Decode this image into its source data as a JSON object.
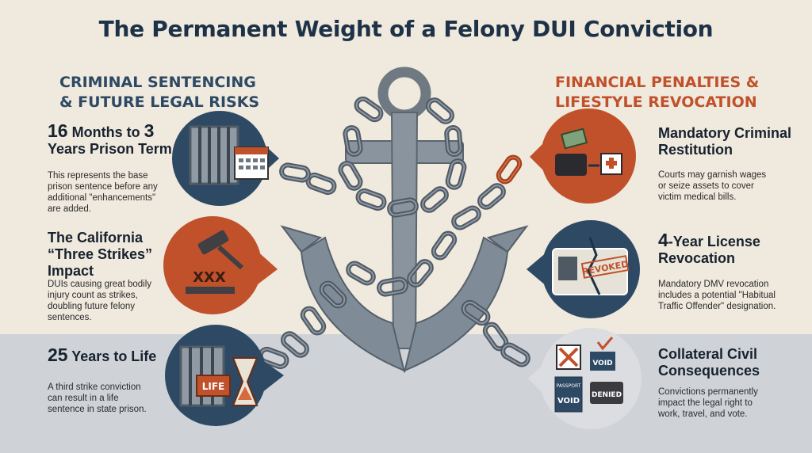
{
  "title": "The Permanent Weight of a Felony DUI Conviction",
  "left_section": {
    "heading_line1": "CRIMINAL SENTENCING",
    "heading_line2": "& FUTURE LEGAL RISKS",
    "items": [
      {
        "heading_a": "16",
        "heading_b": " Months to ",
        "heading_c": "3",
        "heading_line2": "Years Prison Term",
        "desc_lines": [
          "This represents the base",
          "prison sentence before any",
          "additional \"enhancements\"",
          "are added."
        ]
      },
      {
        "heading_line1": "The California",
        "heading_line2": "“Three Strikes”",
        "heading_line3": "Impact",
        "desc_lines": [
          "DUIs causing great bodily",
          "injury count as strikes,",
          "doubling future felony",
          "sentences."
        ]
      },
      {
        "heading_a": "25",
        "heading_b": " Years to Life",
        "desc_lines": [
          "A third strike conviction",
          "can result in a life",
          "sentence in state prison."
        ]
      }
    ]
  },
  "right_section": {
    "heading_line1": "FINANCIAL PENALTIES &",
    "heading_line2": "LIFESTYLE REVOCATION",
    "items": [
      {
        "heading_line1": "Mandatory Criminal",
        "heading_line2": "Restitution",
        "desc_lines": [
          "Courts may garnish wages",
          "or seize assets to cover",
          "victim medical bills."
        ]
      },
      {
        "heading_a": "4",
        "heading_b": "-Year License",
        "heading_line2": "Revocation",
        "desc_lines": [
          "Mandatory DMV revocation",
          "includes a potential \"Habitual",
          "Traffic Offender\" designation."
        ]
      },
      {
        "heading_line1": "Collateral Civil",
        "heading_line2": "Consequences",
        "desc_lines": [
          "Convictions permanently",
          "impact the legal right to",
          "work, travel, and vote."
        ]
      }
    ]
  },
  "icon_labels": {
    "life": "LIFE",
    "revoked": "REVOKED",
    "void": "VOID",
    "passport": "PASSPORT",
    "denied": "DENIED",
    "xxx": "XXX"
  },
  "colors": {
    "navy": "#2d4964",
    "orange": "#c1512a",
    "steel": "#7f8b97",
    "background": "#efe9de"
  }
}
